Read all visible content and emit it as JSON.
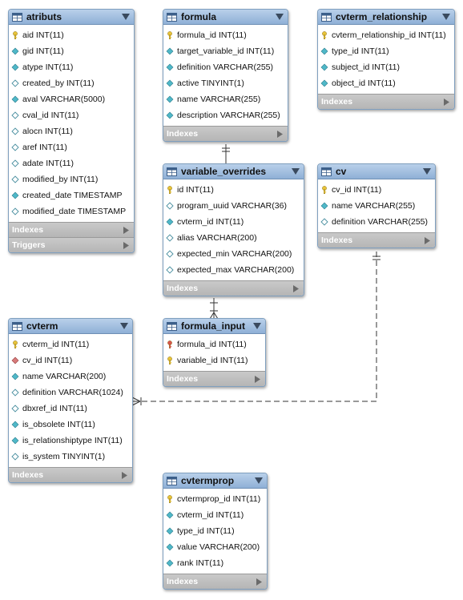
{
  "sections": {
    "indexes": "Indexes",
    "triggers": "Triggers"
  },
  "key_types": {
    "pk": "primary-key-icon",
    "pkfk": "primary-foreign-key-icon",
    "fk": "foreign-key-icon",
    "col": "column-icon",
    "nn": "nullable-column-icon"
  },
  "colors": {
    "header": "#a6c1e3",
    "border": "#7f9fbf",
    "section": "#bdbdbd",
    "pk_key": "#e8c43a",
    "pk_fk_key": "#d9534f",
    "column_diamond": "#4fb8c8",
    "fk_diamond": "#d77a7a",
    "connector": "#333333"
  },
  "entities": {
    "atributs": {
      "title": "atributs",
      "columns": [
        {
          "text": "aid INT(11)",
          "key": "pk"
        },
        {
          "text": "gid INT(11)",
          "key": "col"
        },
        {
          "text": "atype INT(11)",
          "key": "col"
        },
        {
          "text": "created_by INT(11)",
          "key": "nn"
        },
        {
          "text": "aval VARCHAR(5000)",
          "key": "col"
        },
        {
          "text": "cval_id INT(11)",
          "key": "nn"
        },
        {
          "text": "alocn INT(11)",
          "key": "nn"
        },
        {
          "text": "aref INT(11)",
          "key": "nn"
        },
        {
          "text": "adate INT(11)",
          "key": "nn"
        },
        {
          "text": "modified_by INT(11)",
          "key": "nn"
        },
        {
          "text": "created_date TIMESTAMP",
          "key": "col"
        },
        {
          "text": "modified_date TIMESTAMP",
          "key": "nn"
        }
      ]
    },
    "formula": {
      "title": "formula",
      "columns": [
        {
          "text": "formula_id INT(11)",
          "key": "pk"
        },
        {
          "text": "target_variable_id INT(11)",
          "key": "col"
        },
        {
          "text": "definition VARCHAR(255)",
          "key": "col"
        },
        {
          "text": "active TINYINT(1)",
          "key": "col"
        },
        {
          "text": "name VARCHAR(255)",
          "key": "col"
        },
        {
          "text": "description VARCHAR(255)",
          "key": "col"
        }
      ]
    },
    "cvterm_relationship": {
      "title": "cvterm_relationship",
      "columns": [
        {
          "text": "cvterm_relationship_id INT(11)",
          "key": "pk"
        },
        {
          "text": "type_id INT(11)",
          "key": "col"
        },
        {
          "text": "subject_id INT(11)",
          "key": "col"
        },
        {
          "text": "object_id INT(11)",
          "key": "col"
        }
      ]
    },
    "variable_overrides": {
      "title": "variable_overrides",
      "columns": [
        {
          "text": "id INT(11)",
          "key": "pk"
        },
        {
          "text": "program_uuid VARCHAR(36)",
          "key": "nn"
        },
        {
          "text": "cvterm_id INT(11)",
          "key": "col"
        },
        {
          "text": "alias VARCHAR(200)",
          "key": "nn"
        },
        {
          "text": "expected_min VARCHAR(200)",
          "key": "nn"
        },
        {
          "text": "expected_max VARCHAR(200)",
          "key": "nn"
        }
      ]
    },
    "cv": {
      "title": "cv",
      "columns": [
        {
          "text": "cv_id INT(11)",
          "key": "pk"
        },
        {
          "text": "name VARCHAR(255)",
          "key": "col"
        },
        {
          "text": "definition VARCHAR(255)",
          "key": "nn"
        }
      ]
    },
    "cvterm": {
      "title": "cvterm",
      "columns": [
        {
          "text": "cvterm_id INT(11)",
          "key": "pk"
        },
        {
          "text": "cv_id INT(11)",
          "key": "fk"
        },
        {
          "text": "name VARCHAR(200)",
          "key": "col"
        },
        {
          "text": "definition VARCHAR(1024)",
          "key": "nn"
        },
        {
          "text": "dbxref_id INT(11)",
          "key": "nn"
        },
        {
          "text": "is_obsolete INT(11)",
          "key": "col"
        },
        {
          "text": "is_relationshiptype INT(11)",
          "key": "col"
        },
        {
          "text": "is_system TINYINT(1)",
          "key": "nn"
        }
      ]
    },
    "formula_input": {
      "title": "formula_input",
      "columns": [
        {
          "text": "formula_id INT(11)",
          "key": "pkfk"
        },
        {
          "text": "variable_id INT(11)",
          "key": "pk"
        }
      ]
    },
    "cvtermprop": {
      "title": "cvtermprop",
      "columns": [
        {
          "text": "cvtermprop_id INT(11)",
          "key": "pk"
        },
        {
          "text": "cvterm_id INT(11)",
          "key": "col"
        },
        {
          "text": "type_id INT(11)",
          "key": "col"
        },
        {
          "text": "value VARCHAR(200)",
          "key": "col"
        },
        {
          "text": "rank INT(11)",
          "key": "col"
        }
      ]
    }
  }
}
